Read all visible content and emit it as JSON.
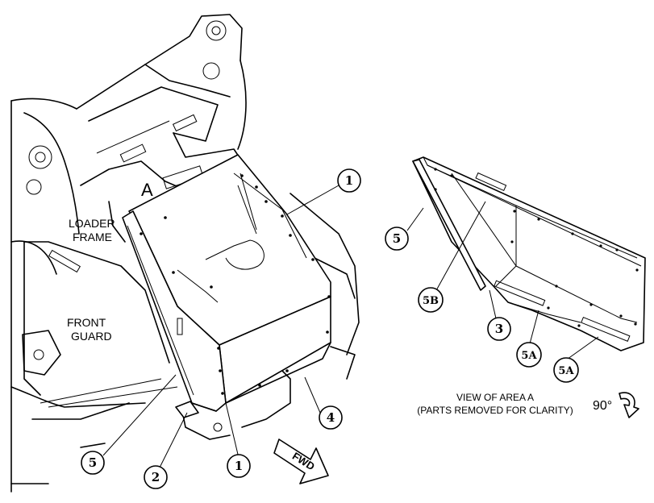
{
  "labels": {
    "area_marker": "A",
    "loader_frame_1": "LOADER",
    "loader_frame_2": "FRAME",
    "front_guard_1": "FRONT",
    "front_guard_2": "GUARD",
    "view_caption_1": "VIEW OF AREA A",
    "view_caption_2": "(PARTS REMOVED FOR CLARITY)",
    "rotation": "90°",
    "fwd": "FWD"
  },
  "callouts": {
    "c1_top": "1",
    "c1_bottom": "1",
    "c2": "2",
    "c4": "4",
    "c5_left": "5",
    "c5_right": "5",
    "c5b": "5B",
    "c3": "3",
    "c5a_1": "5A",
    "c5a_2": "5A"
  }
}
